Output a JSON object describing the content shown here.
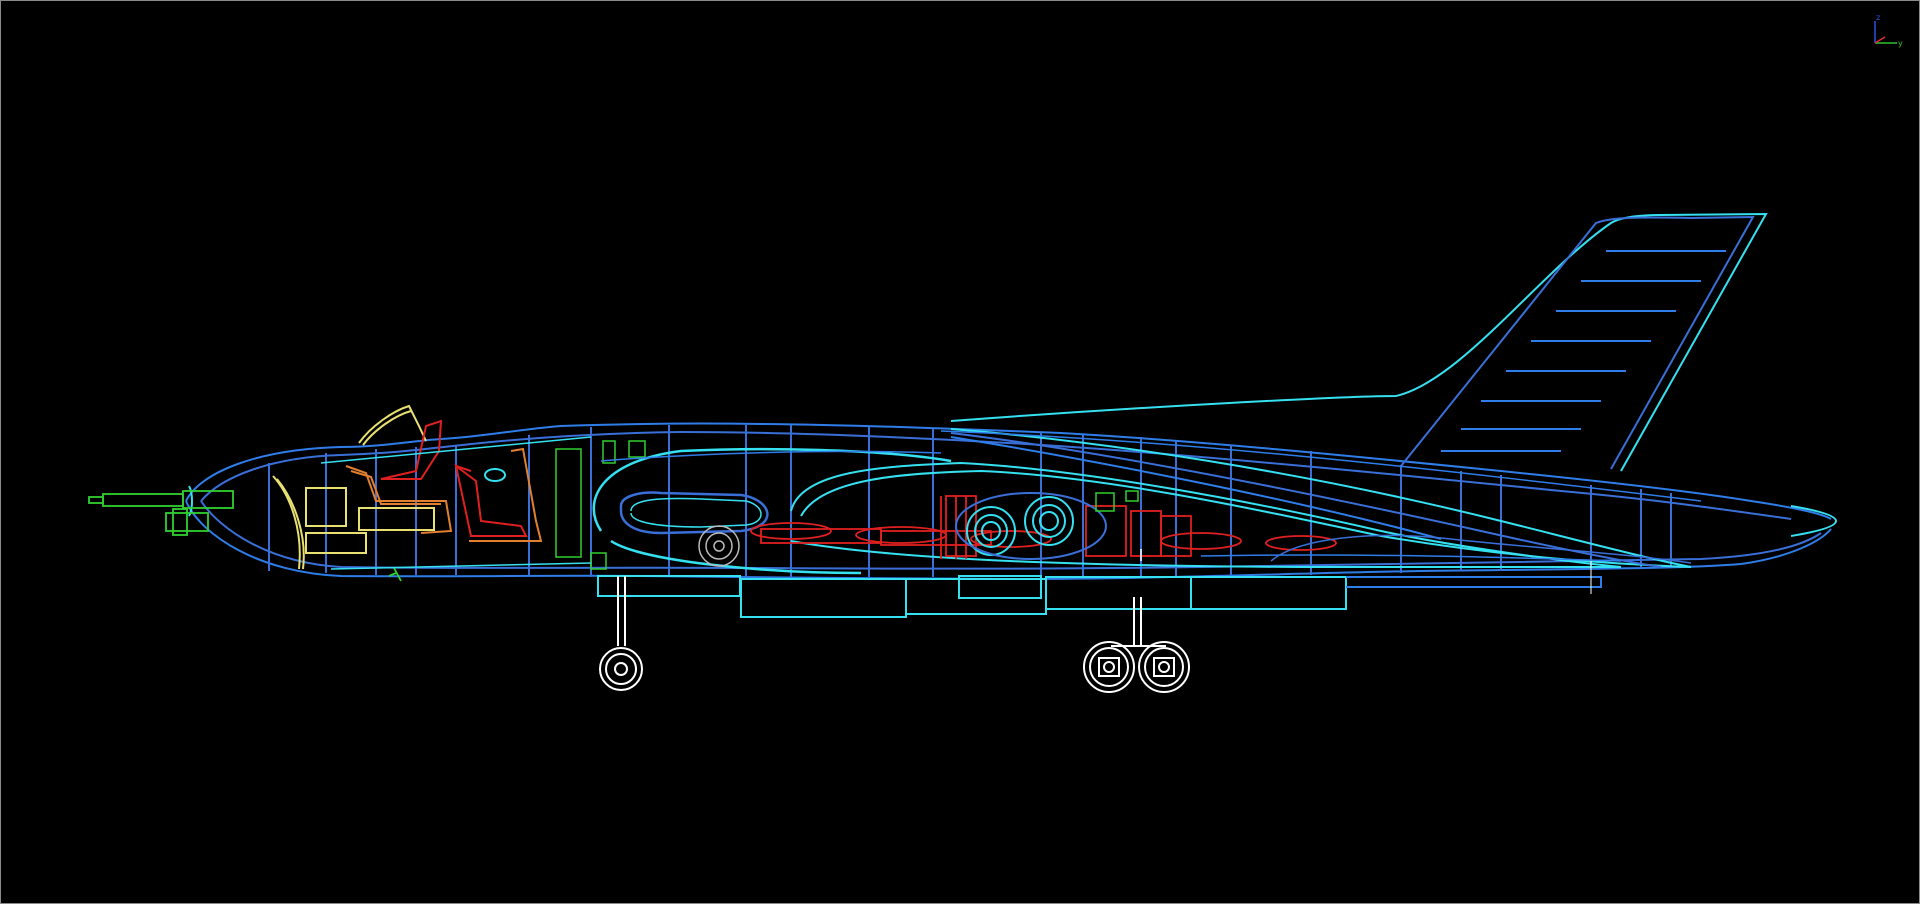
{
  "viewport": {
    "name": "cad-wireframe-viewport",
    "background": "#000000",
    "border_color": "#8a8a8a"
  },
  "palette": {
    "fuselage": "#2f7de8",
    "structure": "#3a6fd8",
    "highlight": "#35e0f0",
    "internal_red": "#e02020",
    "cockpit_yellow": "#e8e070",
    "cockpit_orange": "#e08030",
    "gun_green": "#30d030",
    "gear_white": "#ffffff"
  },
  "axis_gizmo": {
    "labels": [
      "z",
      "y"
    ],
    "x_color": "#e03030",
    "y_color": "#30c030",
    "z_color": "#3050e0"
  }
}
